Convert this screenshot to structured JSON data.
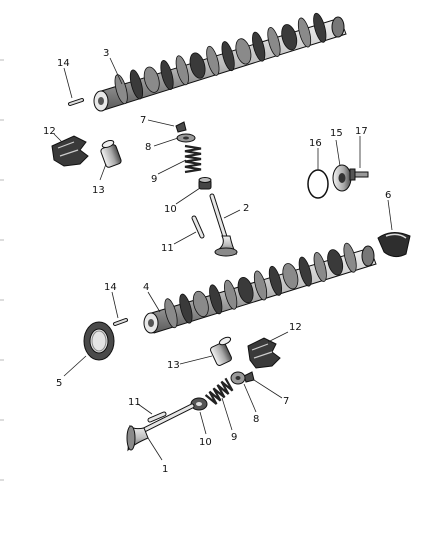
{
  "callouts": {
    "c1": "1",
    "c2": "2",
    "c3": "3",
    "c4": "4",
    "c5": "5",
    "c6": "6",
    "c7a": "7",
    "c7b": "7",
    "c8a": "8",
    "c8b": "8",
    "c9a": "9",
    "c9b": "9",
    "c10a": "10",
    "c10b": "10",
    "c11a": "11",
    "c11b": "11",
    "c12a": "12",
    "c12b": "12",
    "c13a": "13",
    "c13b": "13",
    "c14a": "14",
    "c14b": "14",
    "c15": "15",
    "c16": "16",
    "c17": "17"
  },
  "colors": {
    "line": "#111111",
    "shade": "#3a3a3a",
    "light": "#d8d8d8",
    "mid": "#9a9a9a"
  }
}
